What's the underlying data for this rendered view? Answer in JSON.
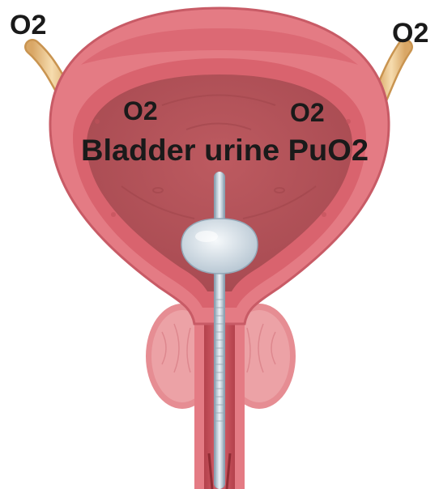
{
  "labels": {
    "ureter_left_o2": "O2",
    "ureter_right_o2": "O2",
    "bladder_left_o2": "O2",
    "bladder_right_o2": "O2",
    "bladder_urine_puo2": "Bladder urine PuO2"
  },
  "colors": {
    "bladder_wall_outer": "#e47b84",
    "bladder_wall_inner": "#d9636e",
    "bladder_lumen": "#b5565b",
    "ureter_tube": "#efcb94",
    "prostate": "#eca2a6",
    "catheter": "#d9e4ec",
    "balloon": "#e3ebf1",
    "text": "#1a1a1a"
  }
}
